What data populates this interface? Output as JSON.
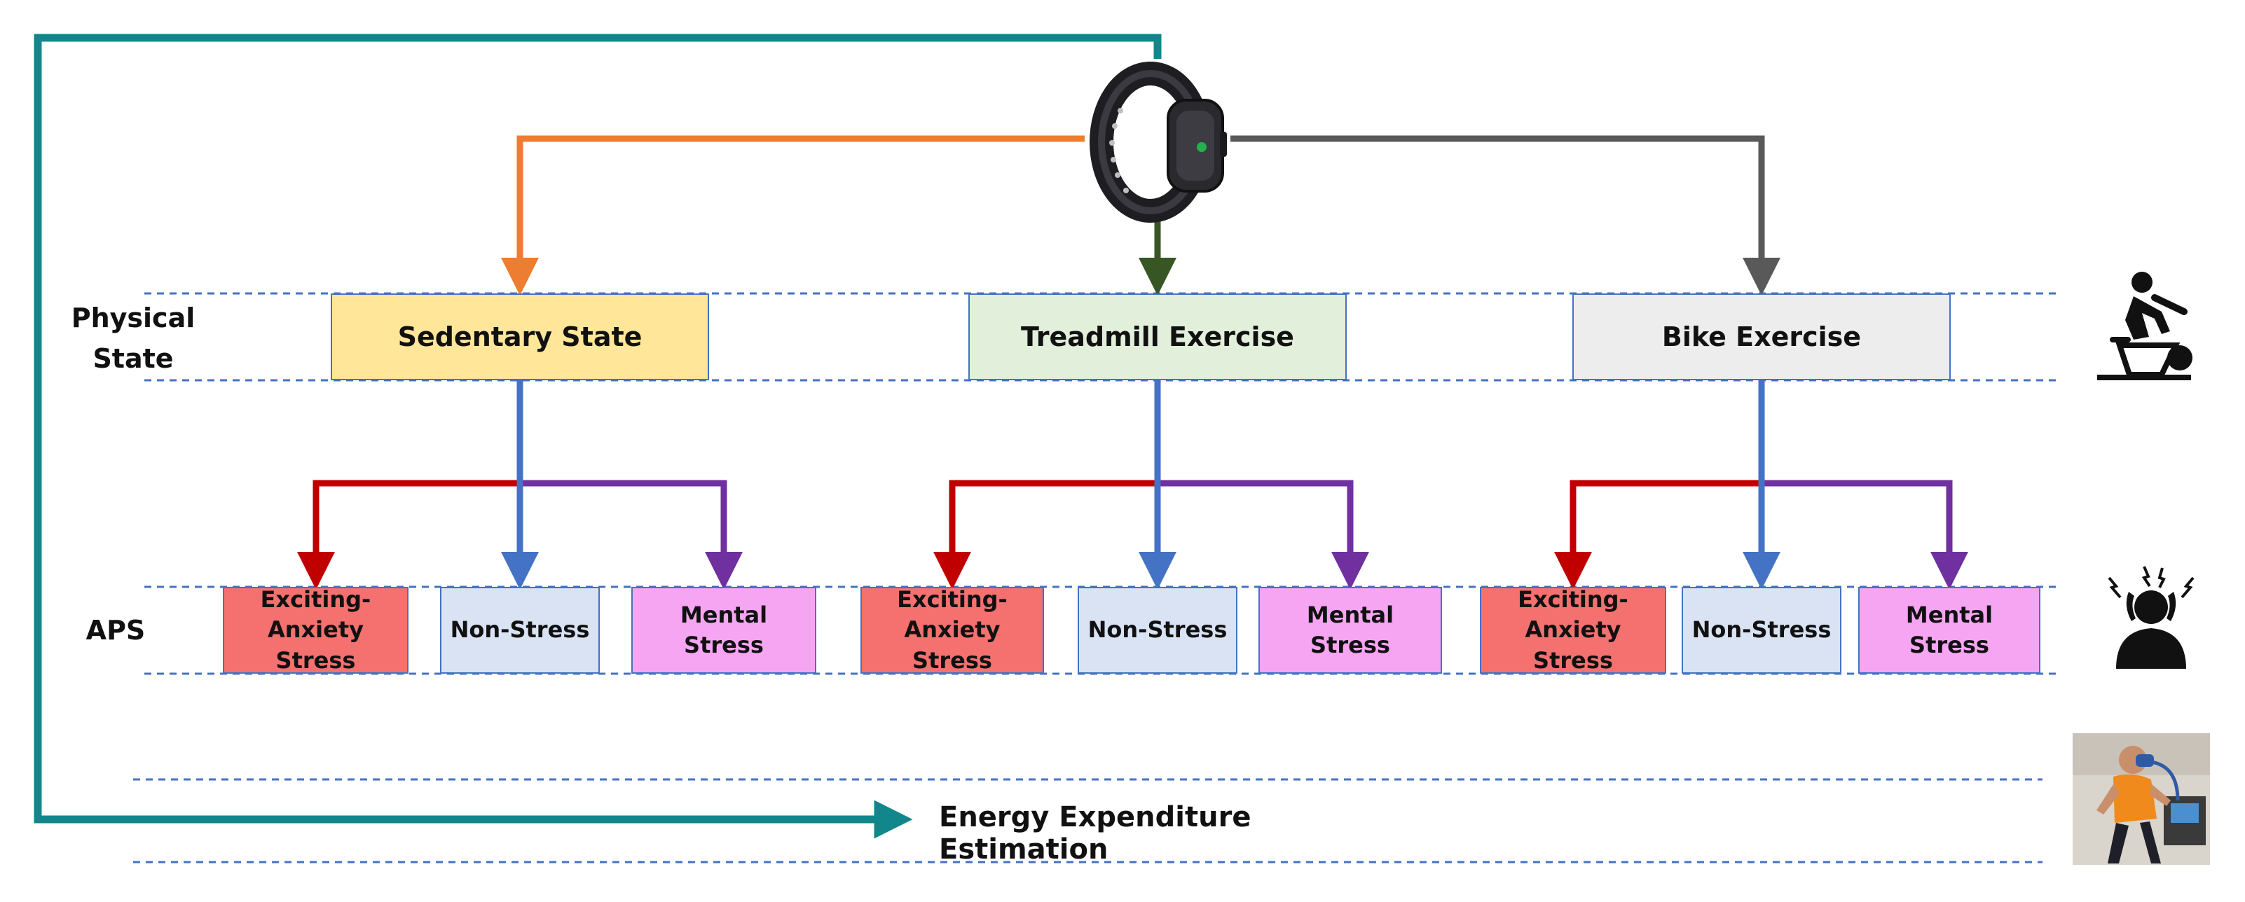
{
  "row_labels": {
    "physical_state": "Physical\nState",
    "aps": "APS"
  },
  "physical_states": [
    {
      "label": "Sedentary State",
      "fill": "#ffe699"
    },
    {
      "label": "Treadmill Exercise",
      "fill": "#e2efda"
    },
    {
      "label": "Bike Exercise",
      "fill": "#ededed"
    }
  ],
  "aps_states": [
    {
      "label": "Exciting-\nAnxiety Stress",
      "fill": "#f4716f"
    },
    {
      "label": "Non-Stress",
      "fill": "#dae3f3"
    },
    {
      "label": "Mental Stress",
      "fill": "#f6a5f2"
    }
  ],
  "output": {
    "label": "Energy Expenditure Estimation"
  },
  "colors": {
    "wearable_to_sedentary": "#ed7d31",
    "wearable_to_treadmill": "#375623",
    "wearable_to_bike": "#595959",
    "feedback_loop": "#12878b",
    "to_exciting_anxiety": "#c00000",
    "to_non_stress": "#4472c4",
    "to_mental_stress": "#7030a0",
    "dashed_guides": "#4472c4"
  },
  "icons": {
    "wearable": "wristband-sensor-icon",
    "physical_state": "cycling-person-icon",
    "aps": "stressed-person-icon",
    "energy": "calorimetry-subject-photo"
  }
}
